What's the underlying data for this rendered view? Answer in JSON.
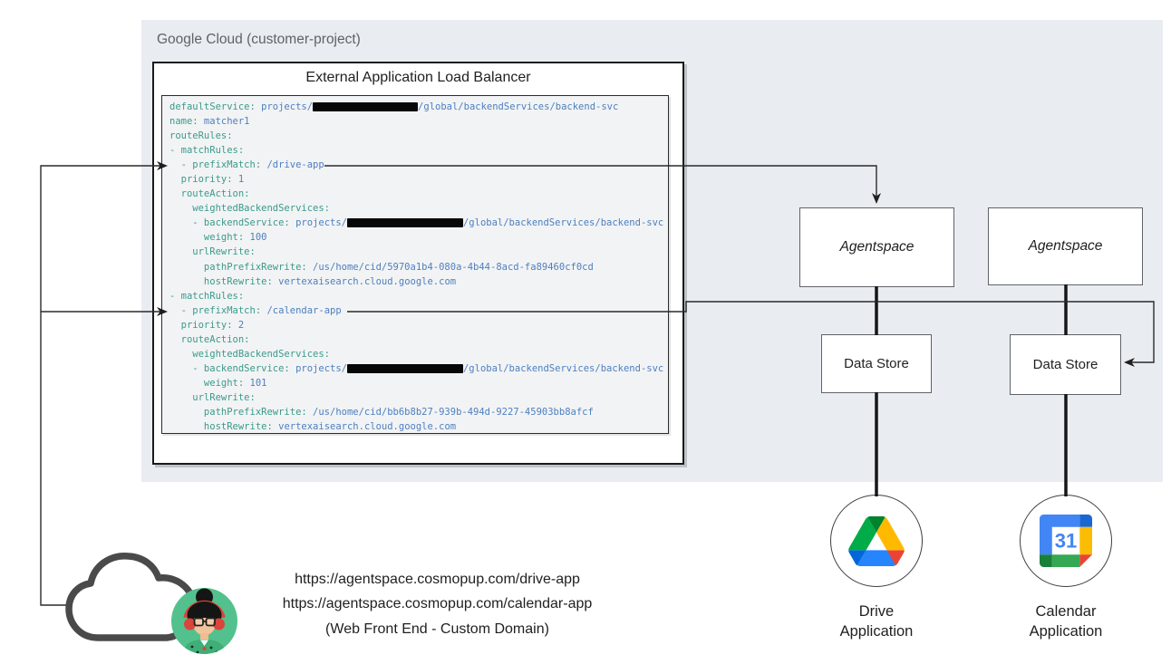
{
  "container": {
    "label": "Google Cloud (customer-project)"
  },
  "load_balancer": {
    "title": "External Application Load Balancer",
    "code_lines": [
      [
        {
          "t": "defaultService:",
          "c": "k"
        },
        {
          "t": " projects/",
          "c": "v"
        },
        {
          "c": "r",
          "w": 116
        },
        {
          "t": "/global/backendServices/backend-svc",
          "c": "v"
        }
      ],
      [
        {
          "t": "name:",
          "c": "k"
        },
        {
          "t": " matcher1",
          "c": "v"
        }
      ],
      [
        {
          "t": "routeRules:",
          "c": "k"
        }
      ],
      [
        {
          "t": "- matchRules:",
          "c": "k"
        }
      ],
      [
        {
          "t": "  - prefixMatch:",
          "c": "k"
        },
        {
          "t": " /drive-app",
          "c": "v"
        }
      ],
      [
        {
          "t": "  priority:",
          "c": "k"
        },
        {
          "t": " 1",
          "c": "v"
        }
      ],
      [
        {
          "t": "  routeAction:",
          "c": "k"
        }
      ],
      [
        {
          "t": "    weightedBackendServices:",
          "c": "k"
        }
      ],
      [
        {
          "t": "    - backendService:",
          "c": "k"
        },
        {
          "t": " projects/",
          "c": "v"
        },
        {
          "c": "r",
          "w": 128
        },
        {
          "t": "/global/backendServices/backend-svc",
          "c": "v"
        }
      ],
      [
        {
          "t": "      weight:",
          "c": "k"
        },
        {
          "t": " 100",
          "c": "v"
        }
      ],
      [
        {
          "t": "    urlRewrite:",
          "c": "k"
        }
      ],
      [
        {
          "t": "      pathPrefixRewrite:",
          "c": "k"
        },
        {
          "t": " /us/home/cid/5970a1b4-080a-4b44-8acd-fa89460cf0cd",
          "c": "v"
        }
      ],
      [
        {
          "t": "      hostRewrite:",
          "c": "k"
        },
        {
          "t": " vertexaisearch.cloud.google.com",
          "c": "v"
        }
      ],
      [
        {
          "t": "- matchRules:",
          "c": "k"
        }
      ],
      [
        {
          "t": "  - prefixMatch:",
          "c": "k"
        },
        {
          "t": " /calendar-app",
          "c": "v"
        }
      ],
      [
        {
          "t": "  priority:",
          "c": "k"
        },
        {
          "t": " 2",
          "c": "v"
        }
      ],
      [
        {
          "t": "  routeAction:",
          "c": "k"
        }
      ],
      [
        {
          "t": "    weightedBackendServices:",
          "c": "k"
        }
      ],
      [
        {
          "t": "    - backendService:",
          "c": "k"
        },
        {
          "t": " projects/",
          "c": "v"
        },
        {
          "c": "r",
          "w": 128
        },
        {
          "t": "/global/backendServices/backend-svc",
          "c": "v"
        }
      ],
      [
        {
          "t": "      weight:",
          "c": "k"
        },
        {
          "t": " 101",
          "c": "v"
        }
      ],
      [
        {
          "t": "    urlRewrite:",
          "c": "k"
        }
      ],
      [
        {
          "t": "      pathPrefixRewrite:",
          "c": "k"
        },
        {
          "t": " /us/home/cid/bb6b8b27-939b-494d-9227-45903bb8afcf",
          "c": "v"
        }
      ],
      [
        {
          "t": "      hostRewrite:",
          "c": "k"
        },
        {
          "t": " vertexaisearch.cloud.google.com",
          "c": "v"
        }
      ]
    ]
  },
  "nodes": {
    "agentspace_1": "Agentspace",
    "agentspace_2": "Agentspace",
    "datastore_1": "Data Store",
    "datastore_2": "Data Store",
    "drive_app": {
      "line1": "Drive",
      "line2": "Application"
    },
    "calendar_app": {
      "line1": "Calendar",
      "line2": "Application"
    }
  },
  "frontend": {
    "url_drive": "https://agentspace.cosmopup.com/drive-app",
    "url_calendar": "https://agentspace.cosmopup.com/calendar-app",
    "caption": "(Web Front End - Custom Domain)"
  },
  "icons": {
    "cloud": "cloud-icon",
    "user": "user-avatar-icon",
    "drive": "google-drive-icon",
    "calendar": "google-calendar-icon",
    "calendar_day": "31"
  },
  "colors": {
    "container_bg": "#e9edf1",
    "code_bg": "#f2f3f4",
    "code_key": "#3a9a8c",
    "code_value": "#4d7fc0",
    "box_border": "#5f6368",
    "lb_border": "#1a1a1a",
    "line": "#2a2a2a",
    "drive_blue": "#2684fc",
    "drive_green": "#00ac47",
    "drive_yellow": "#ffba00",
    "drive_red": "#ea4335",
    "calendar_blue": "#4285f4",
    "avatar_green": "#53c18d",
    "cloud_gray": "#4a4a4a"
  }
}
